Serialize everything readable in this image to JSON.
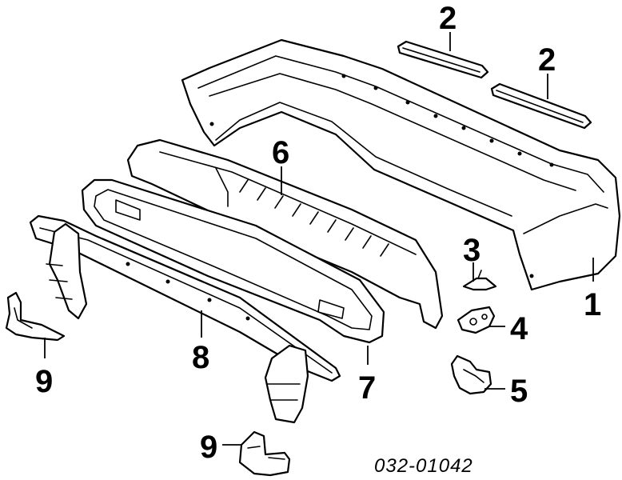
{
  "diagram": {
    "part_code": "032-01042",
    "callouts": {
      "bumper_cover": "1",
      "upper_strip_left": "2",
      "upper_strip_right": "2",
      "clip": "3",
      "retainer": "4",
      "bracket_small": "5",
      "absorber": "6",
      "reinforcement": "7",
      "face_bar": "8",
      "bracket_left": "9",
      "bracket_bottom": "9"
    }
  }
}
